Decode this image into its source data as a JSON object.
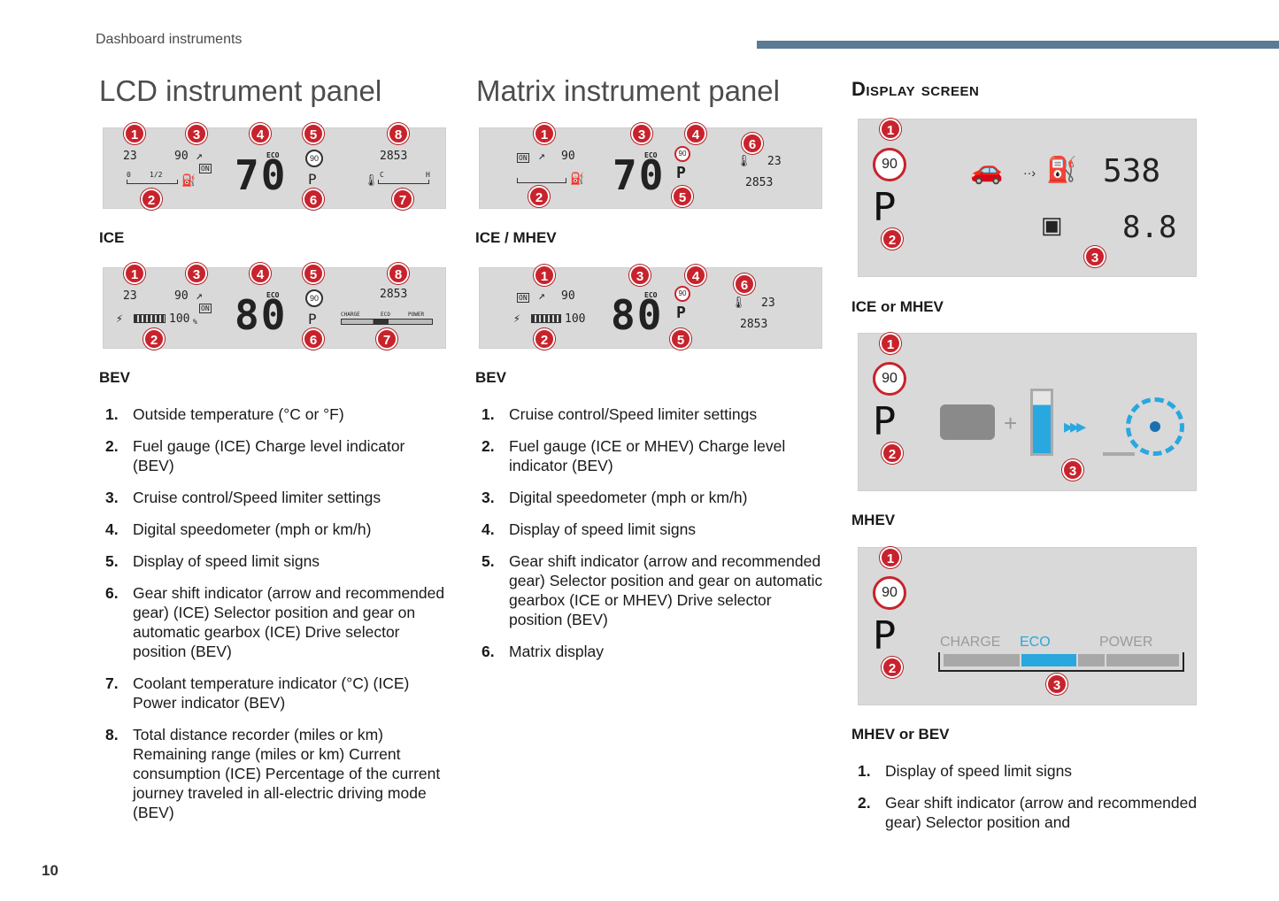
{
  "header": {
    "section": "Dashboard instruments",
    "page": "10",
    "accent_color": "#5b7a93"
  },
  "lcd": {
    "title": "LCD instrument panel",
    "ice_label": "ICE",
    "bev_label": "BEV",
    "display": {
      "temp": "23",
      "cruise": "90",
      "on": "ON",
      "eco": "ECO",
      "speed_ice": "70",
      "speed_bev": "80",
      "gear": "P",
      "limit": "90",
      "odo": "2853",
      "charge_pct": "100",
      "pct_sign": "%",
      "fuel_scale_0": "0",
      "fuel_scale_half": "1/2",
      "coolant_c": "C",
      "coolant_h": "H",
      "charge": "CHARGE",
      "eco_bar": "ECO",
      "power": "POWER"
    },
    "items": [
      {
        "n": "1.",
        "text": "Outside temperature (°C or °F)"
      },
      {
        "n": "2.",
        "text": "Fuel gauge (ICE) Charge level indicator (BEV)"
      },
      {
        "n": "3.",
        "text": "Cruise control/Speed limiter settings"
      },
      {
        "n": "4.",
        "text": "Digital speedometer (mph or km/h)"
      },
      {
        "n": "5.",
        "text": "Display of speed limit signs"
      },
      {
        "n": "6.",
        "text": "Gear shift indicator (arrow and recommended gear) (ICE) Selector position and gear on automatic gearbox (ICE) Drive selector position (BEV)"
      },
      {
        "n": "7.",
        "text": "Coolant temperature indicator (°C) (ICE) Power indicator (BEV)"
      },
      {
        "n": "8.",
        "text": "Total distance recorder (miles or km) Remaining range (miles or km) Current consumption (ICE) Percentage of the current journey traveled in all-electric driving mode (BEV)"
      }
    ]
  },
  "matrix": {
    "title": "Matrix instrument panel",
    "ice_label": "ICE / MHEV",
    "bev_label": "BEV",
    "display": {
      "on": "ON",
      "cruise": "90",
      "eco": "ECO",
      "speed_ice": "70",
      "speed_bev": "80",
      "gear": "P",
      "limit": "90",
      "temp": "23",
      "odo": "2853",
      "charge_pct": "100"
    },
    "items": [
      {
        "n": "1.",
        "text": "Cruise control/Speed limiter settings"
      },
      {
        "n": "2.",
        "text": "Fuel gauge (ICE or MHEV) Charge level indicator (BEV)"
      },
      {
        "n": "3.",
        "text": "Digital speedometer (mph or km/h)"
      },
      {
        "n": "4.",
        "text": "Display of speed limit signs"
      },
      {
        "n": "5.",
        "text": "Gear shift indicator (arrow and recommended gear) Selector position and gear on automatic gearbox (ICE or MHEV) Drive selector position (BEV)"
      },
      {
        "n": "6.",
        "text": "Matrix display"
      }
    ]
  },
  "screen": {
    "title": "Display screen",
    "ice_label": "ICE or MHEV",
    "mhev_label": "MHEV",
    "mhevbev_label": "MHEV or BEV",
    "display": {
      "limit": "90",
      "gear": "P",
      "range": "538",
      "consumption": "8.8",
      "charge": "CHARGE",
      "eco": "ECO",
      "power": "POWER"
    },
    "items": [
      {
        "n": "1.",
        "text": "Display of speed limit signs"
      },
      {
        "n": "2.",
        "text": "Gear shift indicator (arrow and recommended gear) Selector position and"
      }
    ]
  },
  "markers": [
    "1",
    "2",
    "3",
    "4",
    "5",
    "6",
    "7",
    "8"
  ],
  "colors": {
    "marker_red": "#c8232c",
    "eco_blue": "#29a8df",
    "panel_grey": "#d9d9d9"
  }
}
